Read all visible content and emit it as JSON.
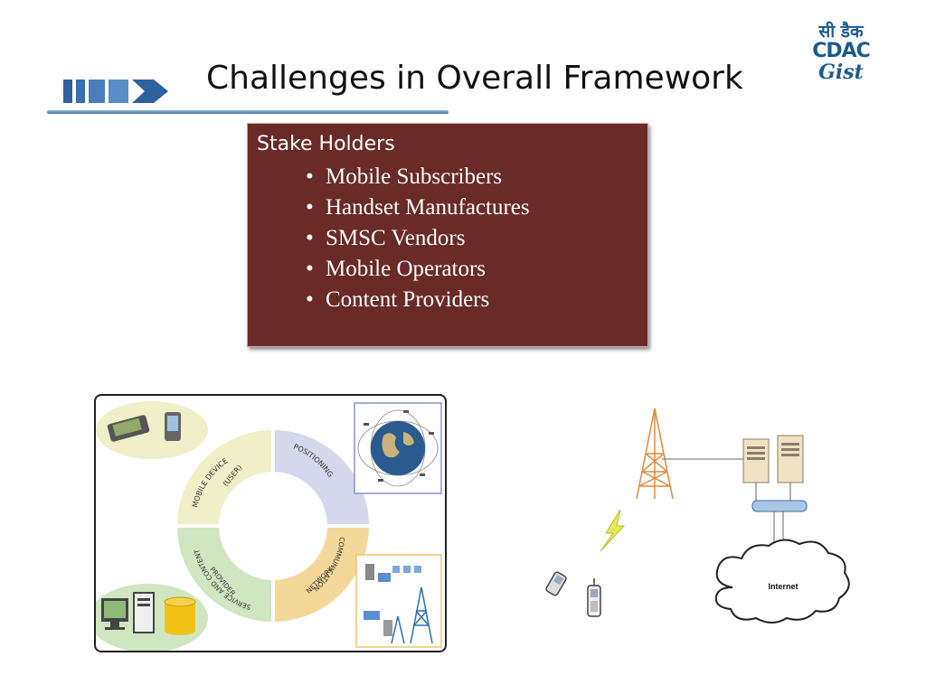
{
  "slide": {
    "title": "Challenges in Overall Framework"
  },
  "logo": {
    "hindi": "सी डैक",
    "brand": "CDAC",
    "sub": "Gist"
  },
  "stake_holders": {
    "heading": "Stake Holders",
    "items": [
      "Mobile Subscribers",
      "Handset Manufactures",
      "SMSC Vendors",
      "Mobile Operators",
      "Content Providers"
    ]
  },
  "framework_diagram": {
    "segments": [
      {
        "line1": "MOBILE DEVICE",
        "line2": "(USER)"
      },
      {
        "line1": "POSITIONING",
        "line2": ""
      },
      {
        "line1": "COMMUNICATION",
        "line2": "NETWORK"
      },
      {
        "line1": "SERVICE AND CONTENT",
        "line2": "PROVIDER"
      }
    ],
    "colors": {
      "mobile_device": "#efefc8",
      "positioning": "#d5d7ea",
      "communication": "#f6d79a",
      "service": "#cfe6c0"
    }
  },
  "network_diagram": {
    "cloud_label": "Internet"
  },
  "colors": {
    "stake_box_bg": "#6a2a28",
    "title_rule": "#4a78b0",
    "logo": "#1d5b8c"
  }
}
